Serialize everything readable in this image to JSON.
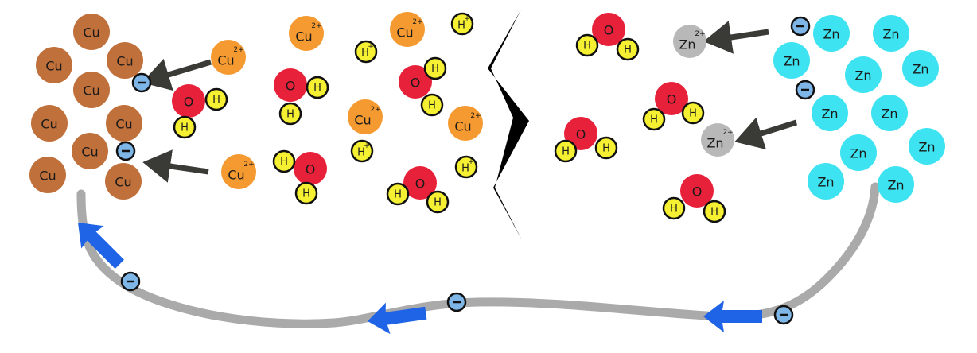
{
  "labels": {
    "cu": "Cu",
    "zn": "Zn",
    "o": "O",
    "h": "H",
    "cu_ion_base": "Cu",
    "zn_ion_base": "Zn",
    "ion_charge": "2+",
    "h_ion_base": "H",
    "h_ion_charge": "+",
    "electron": "−"
  },
  "colors": {
    "copper": "#c0703a",
    "copper_ion": "#f59a30",
    "zinc": "#3de3f0",
    "zinc_ion": "#b8b8b8",
    "oxygen": "#e8213a",
    "hydrogen": "#f5f032",
    "electron": "#7fb6e8",
    "arrow_dark": "#3a3a36",
    "current_arrow": "#1f63e6",
    "wire": "#aaaaaa",
    "barrier": "#000000"
  }
}
